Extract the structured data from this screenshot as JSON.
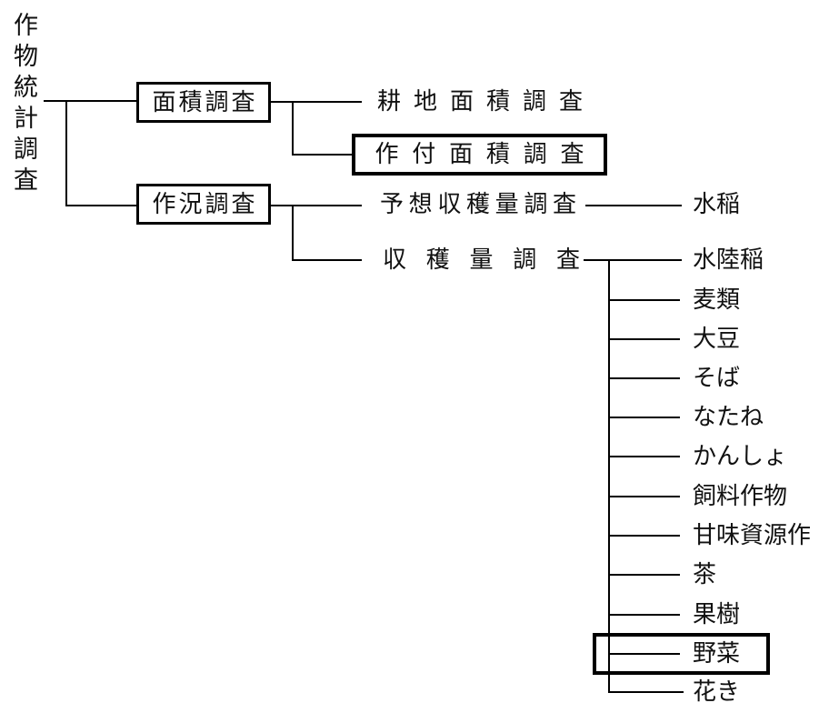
{
  "root": {
    "label": "作物統計調査"
  },
  "surveys": {
    "area": {
      "label": "面積調査",
      "children": {
        "cultivated_land": "耕地面積調査",
        "planted_area": "作付面積調査"
      }
    },
    "crop_condition": {
      "label": "作況調査",
      "children": {
        "expected_yield": "予想収穫量調査",
        "yield": "収穫量調査"
      }
    }
  },
  "expected_yield_target": "水稲",
  "yield_targets": [
    "水陸稲",
    "麦類",
    "大豆",
    "そば",
    "なたね",
    "かんしょ",
    "飼料作物",
    "甘味資源作",
    "茶",
    "果樹",
    "野菜",
    "花き"
  ],
  "highlighted_nodes": [
    "作付面積調査",
    "野菜"
  ],
  "colors": {
    "line": "#000000",
    "background": "#ffffff",
    "text": "#111111"
  }
}
